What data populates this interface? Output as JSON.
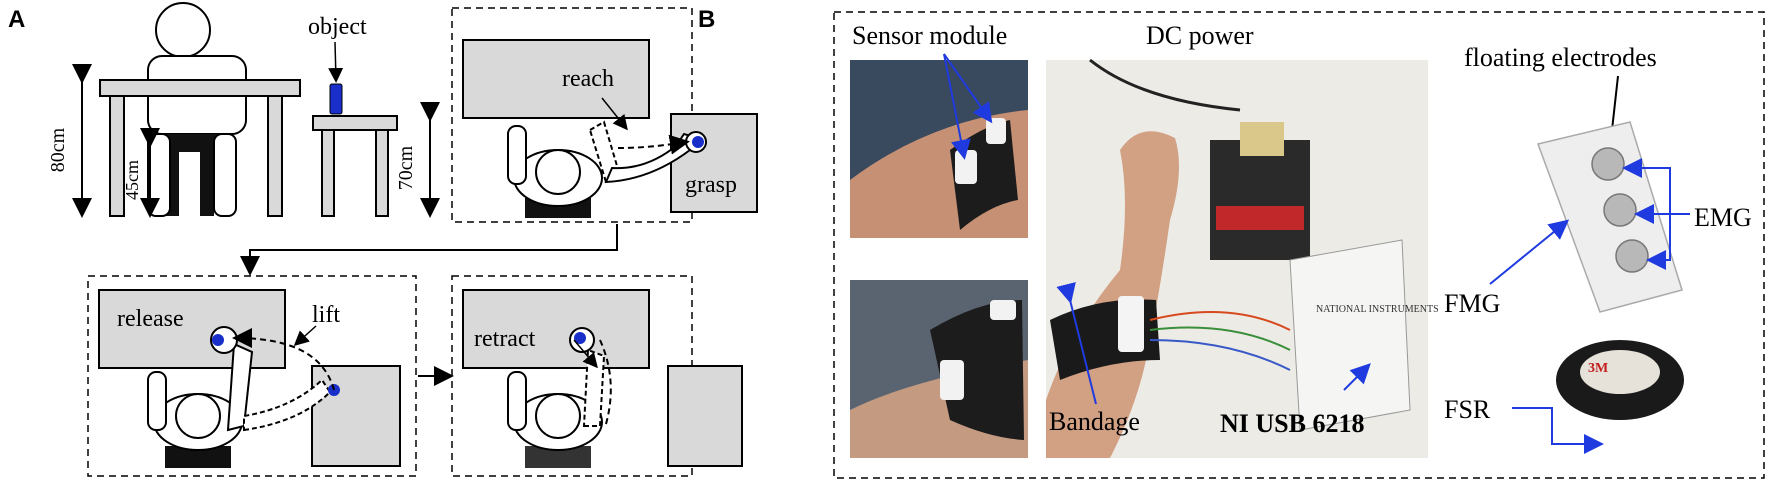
{
  "panel_a": {
    "letter": "A",
    "labels": {
      "object": "object",
      "height_80": "80cm",
      "height_45": "45cm",
      "height_70": "70cm",
      "reach": "reach",
      "grasp": "grasp",
      "release": "release",
      "lift": "lift",
      "retract": "retract"
    }
  },
  "panel_b": {
    "letter": "B",
    "labels": {
      "sensor_module": "Sensor module",
      "dc_power": "DC power",
      "floating_electrodes": "floating electrodes",
      "emg": "EMG",
      "fmg": "FMG",
      "fsr": "FSR",
      "bandage": "Bandage",
      "daq": "NI USB 6218",
      "ni_logo": "NATIONAL INSTRUMENTS",
      "tape_brand": "3M"
    }
  },
  "colors": {
    "marker_blue": "#1a2fc9",
    "table_gray": "#d9d9d9",
    "annotation_blue": "#1f3be0"
  }
}
